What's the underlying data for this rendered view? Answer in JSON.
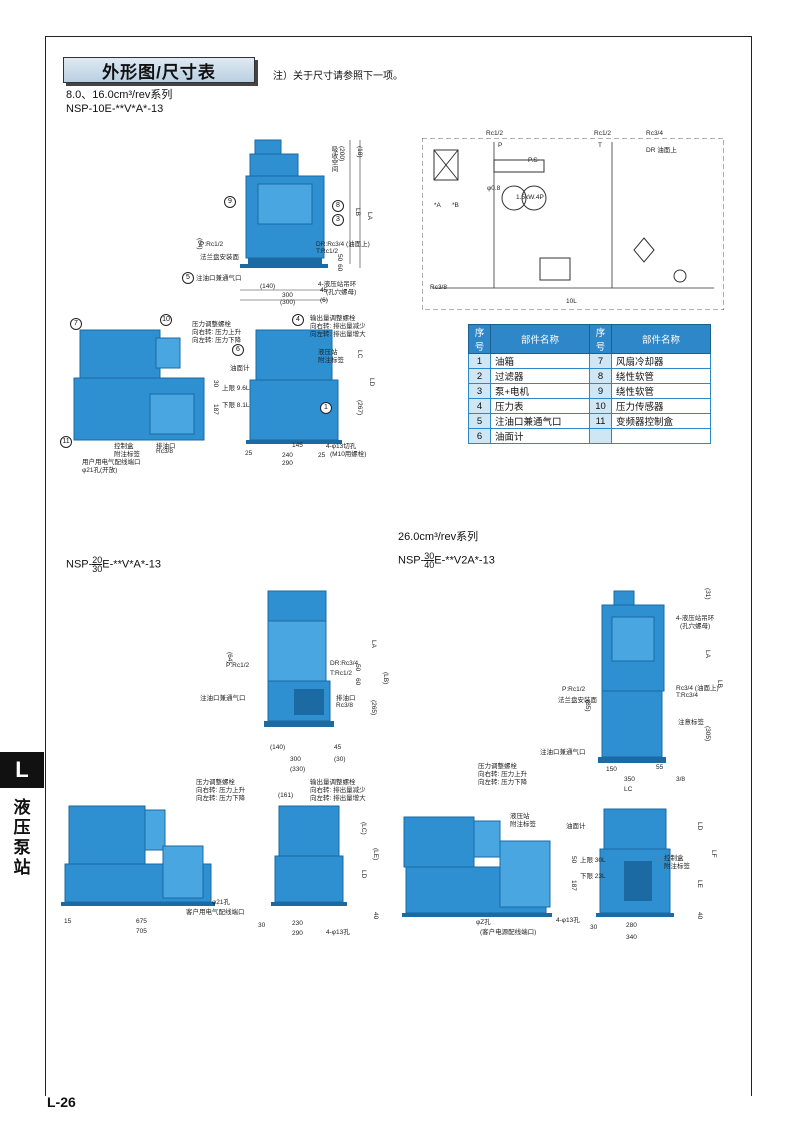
{
  "header": {
    "title": "外形图/尺寸表",
    "note": "注）关于尺寸请参照下一项。"
  },
  "section1": {
    "series": "8.0、16.0cm³/rev系列",
    "model": "NSP-10E-**V*A*-13"
  },
  "section2": {
    "model_prefix": "NSP-",
    "model_top": "20",
    "model_bottom": "30",
    "model_suffix": "E-**V*A*-13"
  },
  "section3": {
    "series": "26.0cm³/rev系列",
    "model_prefix": "NSP-",
    "model_top": "30",
    "model_bottom": "40",
    "model_suffix": "E-**V2A*-13"
  },
  "parts_table": {
    "headers": [
      "序号",
      "部件名称",
      "序号",
      "部件名称"
    ],
    "rows": [
      [
        "1",
        "油箱",
        "7",
        "风扇冷却器"
      ],
      [
        "2",
        "过滤器",
        "8",
        "绕性软管"
      ],
      [
        "3",
        "泵+电机",
        "9",
        "绕性软管"
      ],
      [
        "4",
        "压力表",
        "10",
        "压力传感器"
      ],
      [
        "5",
        "注油口兼通气口",
        "11",
        "变频器控制盒"
      ],
      [
        "6",
        "油面计",
        "",
        ""
      ]
    ]
  },
  "circuit": {
    "labels": [
      "Rc1/2",
      "Rc1/2",
      "Rc3/4",
      "DR 油面上",
      "Rc3/8",
      "10L",
      "1.5kW.4P",
      "φ0.8",
      "*A",
      "*B",
      "P",
      "T",
      "P.S"
    ]
  },
  "drawing1": {
    "labels": [
      "P:Rc1/2",
      "法兰盘安装面",
      "注油口兼通气口",
      "DR:Rc3/4 (油面上)",
      "T:Rc1/2",
      "4-液压站吊环",
      "(孔穴螺母)",
      "吸收空间",
      "(200)",
      "(18)",
      "LB",
      "LA",
      "(64)",
      "50",
      "60",
      "(140)",
      "300",
      "(300)",
      "45",
      "(6)"
    ]
  },
  "drawing1b": {
    "labels": [
      "压力调整螺栓",
      "向右转: 压力上升",
      "向左转: 压力下降",
      "输出量调整螺栓",
      "向右转: 排出量减少",
      "向左转: 排出量增大",
      "液压站",
      "附注标签",
      "油面计",
      "上限 9.6L",
      "下限 8.1L",
      "30",
      "187",
      "LC",
      "LD",
      "(267)",
      "25",
      "145",
      "240",
      "290",
      "25",
      "4-φ13切孔",
      "(M10用螺栓)",
      "控制盒",
      "附注标签",
      "用户用电气配线端口",
      "φ21孔(开放)",
      "排油口",
      "Rc3/8"
    ]
  },
  "drawing2": {
    "labels": [
      "P:Rc1/2",
      "DR:Rc3/4",
      "T:Rc1/2",
      "注油口兼通气口",
      "排油口",
      "Rc3/8",
      "(64)",
      "50",
      "60",
      "(265)",
      "(LB)",
      "LA",
      "(140)",
      "300",
      "(330)",
      "45",
      "(30)"
    ]
  },
  "drawing2b": {
    "labels": [
      "压力调整螺栓",
      "向右转: 压力上升",
      "向左转: 压力下降",
      "输出量调整螺栓",
      "向右转: 排出量减少",
      "向左转: 排出量增大",
      "(161)",
      "φ21孔",
      "客户用电气配线端口",
      "15",
      "675",
      "705",
      "30",
      "230",
      "290",
      "4-φ13孔",
      "(LC)",
      "(LE)",
      "LD",
      "40"
    ]
  },
  "drawing3": {
    "labels": [
      "4-液压站吊环",
      "(孔穴螺母)",
      "P:Rc1/2",
      "法兰盘安装面",
      "Rc3/4 (油面上)",
      "T:Rc3/4",
      "注意标签",
      "注油口兼通气口",
      "(31)",
      "LA",
      "LB",
      "(305)",
      "(85)",
      "150",
      "350",
      "55",
      "LC",
      "3/8"
    ]
  },
  "drawing3b": {
    "labels": [
      "压力调整螺栓",
      "向右转: 压力上升",
      "向左转: 压力下降",
      "液压站",
      "附注标签",
      "油面计",
      "上限 30L",
      "下限 23L",
      "控制盒",
      "附注标签",
      "φZ孔",
      "(客户电源配线端口)",
      "4-φ13孔",
      "30",
      "280",
      "340",
      "LD",
      "LF",
      "LE",
      "40",
      "50",
      "187"
    ]
  },
  "side": {
    "tab": "L",
    "label": "液压泵站"
  },
  "page": {
    "number": "L-26"
  },
  "colors": {
    "machine_blue": "#2e90d1",
    "machine_dark": "#1b6aa3",
    "table_header": "#2e87c9",
    "table_cell": "#cfe6f5"
  }
}
